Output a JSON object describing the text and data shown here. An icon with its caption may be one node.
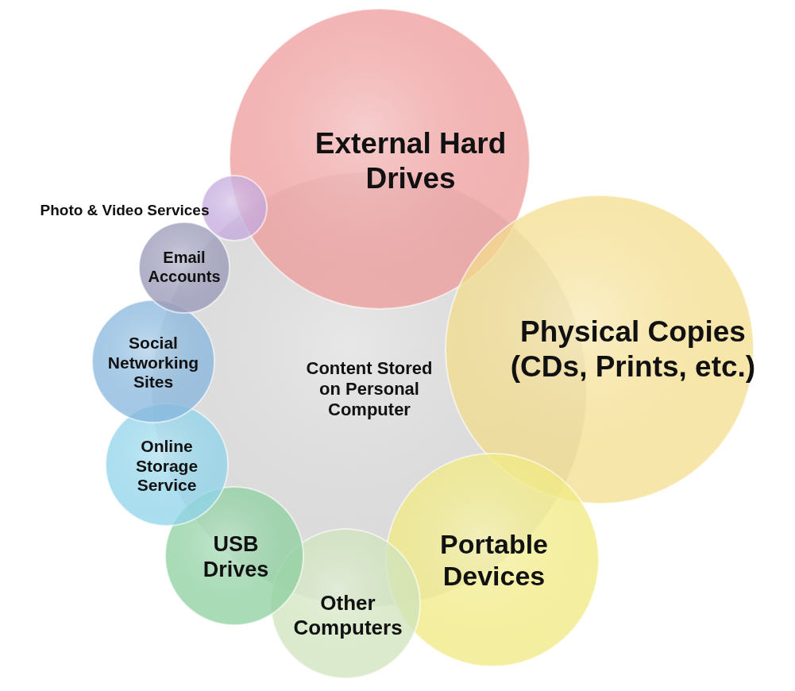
{
  "diagram": {
    "nodes": [
      {
        "text": [
          "Content Stored on Personal Computer"
        ]
      },
      {
        "text": [
          "External Hard Drives"
        ]
      },
      {
        "text": [
          "Physical Copies (CDs, Prints, etc.)"
        ]
      },
      {
        "text": [
          "Portable Devices"
        ]
      },
      {
        "text": [
          "Other Computers"
        ]
      },
      {
        "text": [
          "USB Drives"
        ]
      },
      {
        "text": [
          "Online Storage Service"
        ]
      },
      {
        "text": [
          "Social Networking Sites"
        ]
      },
      {
        "text": [
          "Email Accounts"
        ]
      },
      {
        "text": [
          "Photo & Video Services"
        ]
      }
    ]
  }
}
